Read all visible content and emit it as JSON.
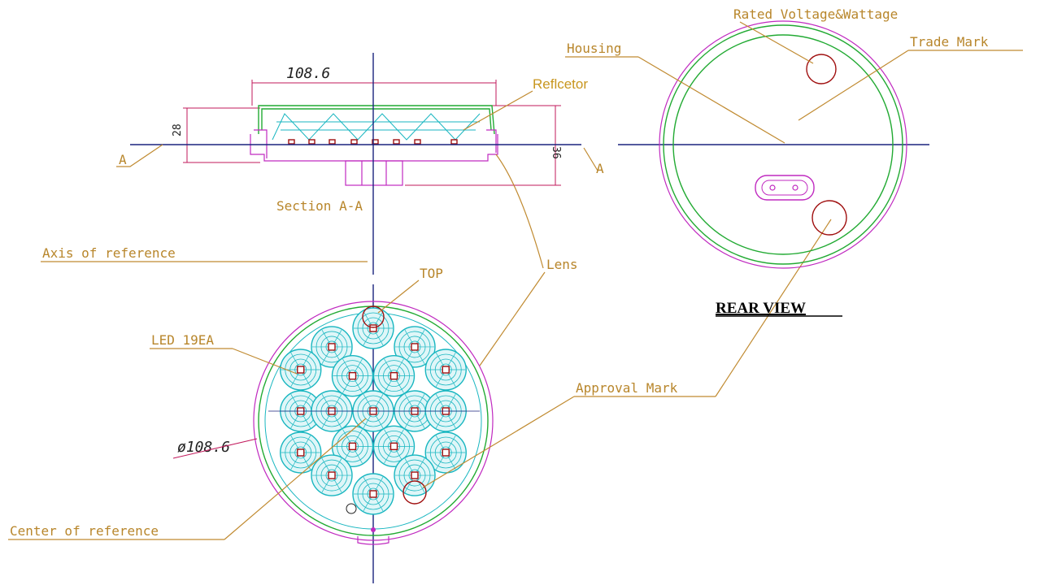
{
  "section": {
    "title": "Section A-A",
    "width_dim": "108.6",
    "height_dim_left": "28",
    "height_dim_right": "36",
    "cut_marker_left": "A",
    "cut_marker_right": "A",
    "reflector_label": "Reflcetor"
  },
  "front": {
    "axis_label": "Axis of reference",
    "top_label": "TOP",
    "led_label": "LED 19EA",
    "lens_label": "Lens",
    "diameter_dim": "ø108.6",
    "center_label": "Center of reference",
    "approval_label": "Approval Mark"
  },
  "rear": {
    "title": "REAR VIEW",
    "voltage_label": "Rated Voltage&Wattage",
    "trademark_label": "Trade Mark",
    "housing_label": "Housing"
  },
  "colors": {
    "label": "#b8862b",
    "axis": "#1a237e",
    "led": "#18b6c0",
    "lens": "#22aa33",
    "housing": "#c02ac0",
    "dimension": "#c2185b"
  }
}
